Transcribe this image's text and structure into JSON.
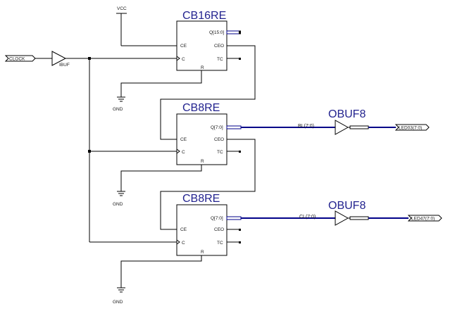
{
  "input_port": "CLOCK",
  "ibuf": {
    "label": "IBUF"
  },
  "vcc": "VCC",
  "gnd_labels": [
    "GND",
    "GND",
    "GND"
  ],
  "counters": [
    {
      "title": "CB16RE",
      "pins": {
        "ce": "CE",
        "c": "C",
        "r": "R",
        "q": "Q[15:0]",
        "ceo": "CEO",
        "tc": "TC"
      }
    },
    {
      "title": "CB8RE",
      "pins": {
        "ce": "CE",
        "c": "C",
        "r": "R",
        "q": "Q[7:0]",
        "ceo": "CEO",
        "tc": "TC"
      }
    },
    {
      "title": "CB8RE",
      "pins": {
        "ce": "CE",
        "c": "C",
        "r": "R",
        "q": "Q[7:0]",
        "ceo": "CEO",
        "tc": "TC"
      }
    }
  ],
  "buses": [
    {
      "net": "BL(7:0)",
      "buffer": "OBUF8",
      "port": "LED03(7:0)"
    },
    {
      "net": "CL(7:0)",
      "buffer": "OBUF8",
      "port": "LED47(7:0)"
    }
  ],
  "colors": {
    "title": "#23238f",
    "bus": "#000088",
    "wire": "#000000",
    "port_fill": "#ffffff"
  }
}
